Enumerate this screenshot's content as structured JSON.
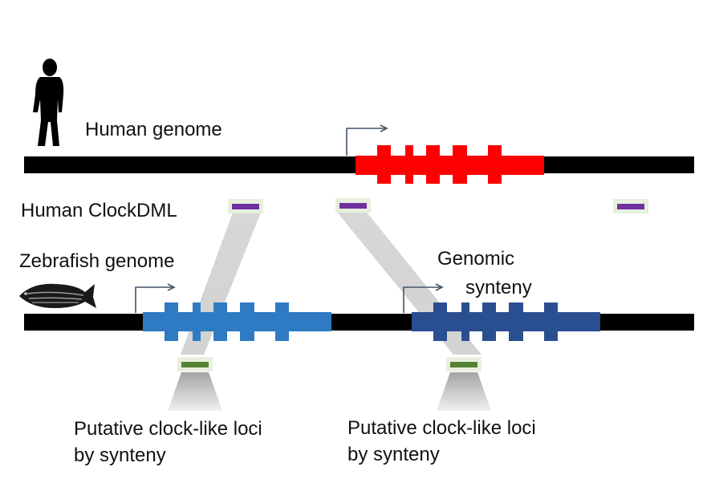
{
  "labels": {
    "human_genome": "Human genome",
    "human_clockdml": "Human ClockDML",
    "zebrafish_genome": "Zebrafish genome",
    "genomic_synteny_line1": "Genomic",
    "genomic_synteny_line2": "synteny",
    "putative_left_line1": "Putative clock-like loci",
    "putative_left_line2": "by synteny",
    "putative_right_line1": "Putative clock-like loci",
    "putative_right_line2": "by synteny"
  },
  "colors": {
    "chromosome": "#000000",
    "human_gene": "#ff0000",
    "zebrafish_gene_left": "#2e7bc4",
    "zebrafish_gene_right": "#2a4f91",
    "clockdml_mark": "#7030a0",
    "clockdml_mark_bg": "#e7efdd",
    "clock_like_mark": "#548235",
    "clock_like_mark_bg": "#e7efdd",
    "synteny_band": "#bdbdbd",
    "tss_arrow": "#44546a"
  },
  "icons": {
    "human": "human-silhouette-icon",
    "zebrafish": "zebrafish-silhouette-icon"
  }
}
